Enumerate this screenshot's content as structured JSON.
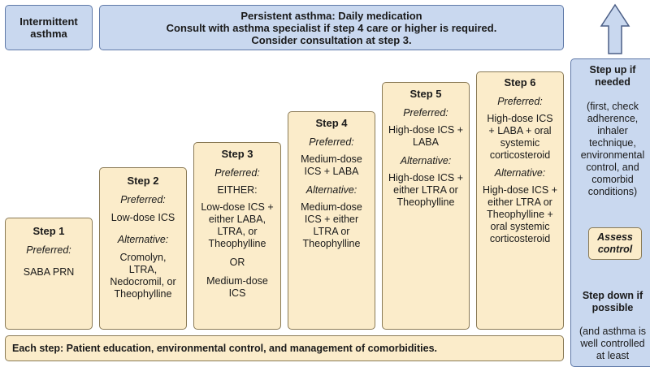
{
  "header": {
    "intermittent": "Intermittent\nasthma",
    "persistent_lines": [
      "Persistent asthma: Daily medication",
      "Consult with asthma specialist if step 4 care or higher is required.",
      "Consider consultation at step 3."
    ]
  },
  "steps": [
    {
      "title": "Step 1",
      "preferred_label": "Preferred:",
      "preferred": "SABA PRN"
    },
    {
      "title": "Step 2",
      "preferred_label": "Preferred:",
      "preferred": "Low-dose ICS",
      "alternative_label": "Alternative:",
      "alternative": "Cromolyn,\nLTRA,\nNedocromil, or\nTheophylline"
    },
    {
      "title": "Step 3",
      "preferred_label": "Preferred:",
      "either": "EITHER:",
      "preferred": "Low-dose ICS +\neither LABA,\nLTRA, or\nTheophylline",
      "or": "OR",
      "alternative": "Medium-dose\nICS"
    },
    {
      "title": "Step 4",
      "preferred_label": "Preferred:",
      "preferred": "Medium-dose\nICS + LABA",
      "alternative_label": "Alternative:",
      "alternative": "Medium-dose\nICS + either\nLTRA or\nTheophylline"
    },
    {
      "title": "Step 5",
      "preferred_label": "Preferred:",
      "preferred": "High-dose ICS +\nLABA",
      "alternative_label": "Alternative:",
      "alternative": "High-dose ICS +\neither LTRA or\nTheophylline"
    },
    {
      "title": "Step 6",
      "preferred_label": "Preferred:",
      "preferred": "High-dose ICS\n+ LABA + oral\nsystemic\ncorticosteroid",
      "alternative_label": "Alternative:",
      "alternative": "High-dose ICS +\neither LTRA or\nTheophylline +\noral systemic\ncorticosteroid"
    }
  ],
  "sidebar": {
    "step_up_title": "Step up if\nneeded",
    "step_up_text": "(first, check\nadherence,\ninhaler\ntechnique,\nenvironmental\ncontrol, and\ncomorbid\nconditions)",
    "assess": "Assess\ncontrol",
    "step_down_title": "Step down if\npossible",
    "step_down_text": "(and asthma is\nwell controlled\nat least"
  },
  "footer": "Each step: Patient education, environmental control, and management of comorbidities.",
  "colors": {
    "blue": "#c9d8ef",
    "tan": "#fbecca",
    "border": "#8a7a55"
  }
}
